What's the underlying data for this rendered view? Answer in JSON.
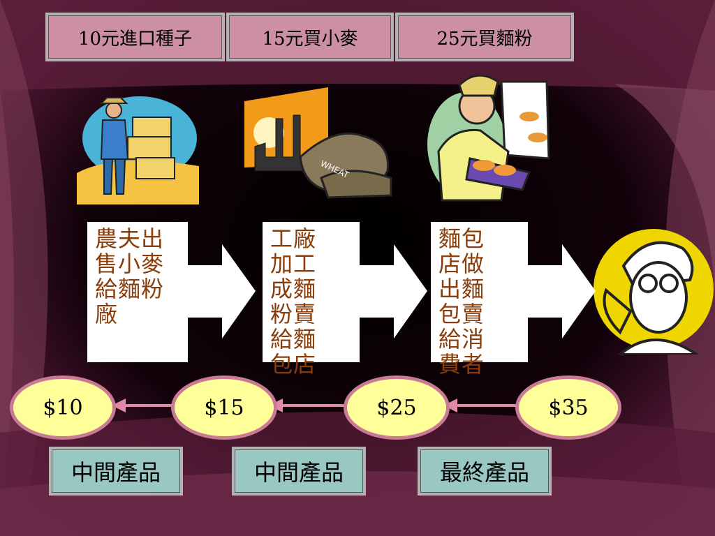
{
  "top_boxes": [
    "10元進口種子",
    "15元買小麥",
    "25元買麵粉"
  ],
  "steps": [
    [
      "農夫出",
      "售小麥",
      "給麵粉",
      "廠"
    ],
    [
      "工廠",
      "加工",
      "成麵",
      "粉賣",
      "給麵",
      "包店"
    ],
    [
      "麵包",
      "店做",
      "出麵",
      "包賣",
      "給消",
      "費者"
    ]
  ],
  "prices": [
    "$10",
    "$15",
    "$25",
    "$35"
  ],
  "bottom_labels": [
    "中間產品",
    "中間產品",
    "最終產品"
  ],
  "icons": [
    "farmer-clipart-icon",
    "factory-wheat-clipart-icon",
    "baker-clipart-icon",
    "consumer-eating-clipart-icon"
  ],
  "colors": {
    "top_box_fill": "#cc8fa3",
    "label_fill": "#99c7c2",
    "oval_fill": "#ffff99",
    "oval_border": "#c97b93",
    "step_text": "#8a3d0a"
  }
}
